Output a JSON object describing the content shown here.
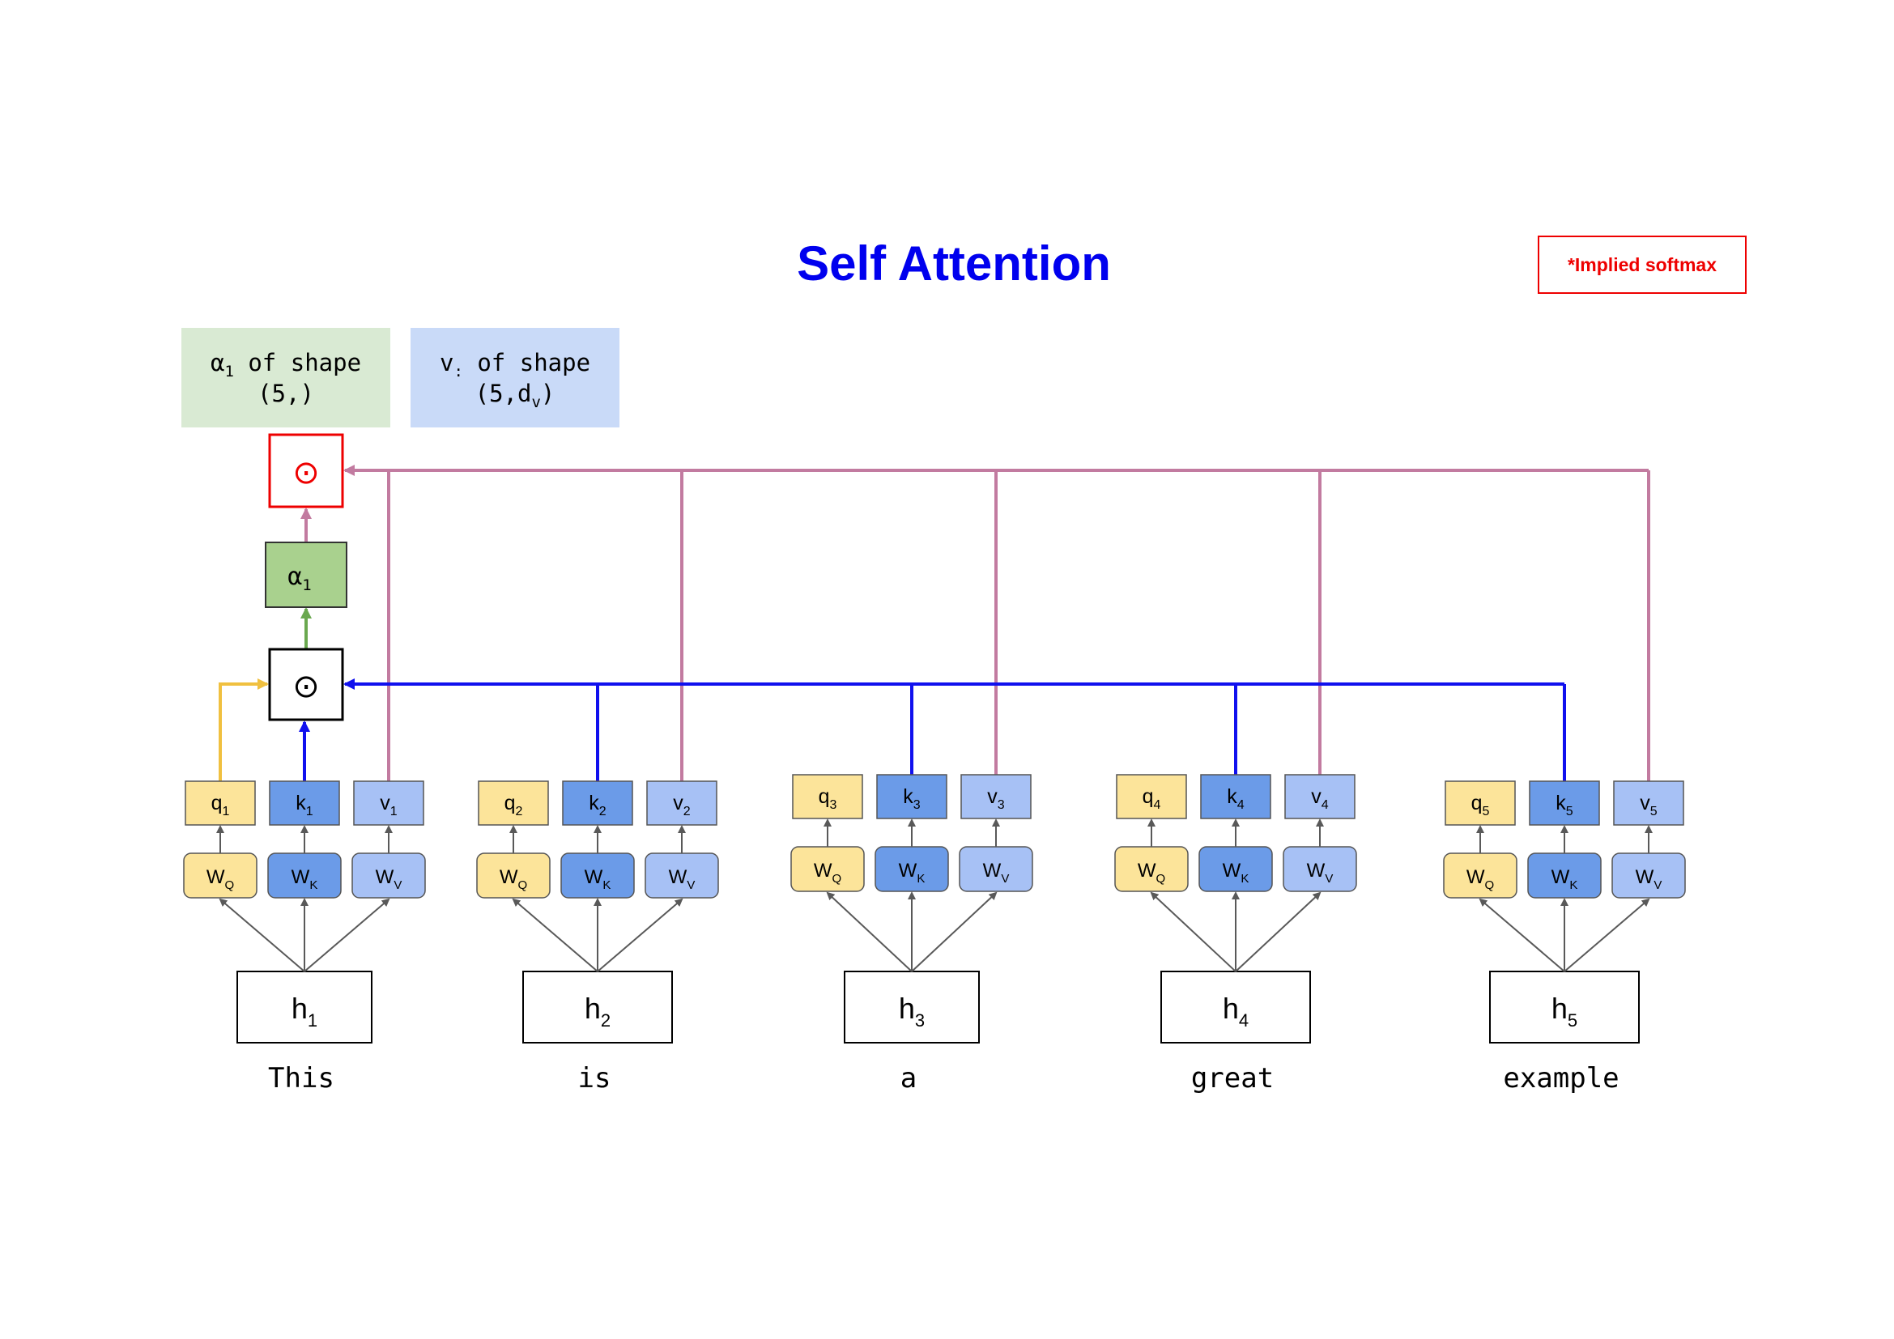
{
  "title": "Self Attention",
  "note": "*Implied softmax",
  "legend": [
    {
      "symbol": "α",
      "subscript": "1",
      "text": " of shape",
      "shape": "(5,)",
      "shape_prefix": "",
      "shape_sub": "",
      "shape_suffix": ""
    },
    {
      "symbol": "v",
      "subscript": ":",
      "text": " of shape",
      "shape": "",
      "shape_prefix": "(5,d",
      "shape_sub": "v",
      "shape_suffix": ")"
    }
  ],
  "operators": {
    "dot_symbol": "⊙",
    "weighted_symbol": "⊙"
  },
  "alpha": {
    "symbol": "α",
    "subscript": "1"
  },
  "matrices": {
    "query": "W",
    "query_sub": "Q",
    "key": "W",
    "key_sub": "K",
    "value": "W",
    "value_sub": "V"
  },
  "vectors": {
    "query": "q",
    "key": "k",
    "value": "v"
  },
  "hidden": {
    "symbol": "h"
  },
  "tokens": [
    {
      "word": "This",
      "index": "1"
    },
    {
      "word": "is",
      "index": "2"
    },
    {
      "word": "a",
      "index": "3"
    },
    {
      "word": "great",
      "index": "4"
    },
    {
      "word": "example",
      "index": "5"
    }
  ],
  "colors": {
    "title": "#0000ee",
    "note": "#ee0000",
    "query_fill": "#fce49a",
    "key_fill": "#6b9be8",
    "value_fill": "#a7c1f5",
    "alpha_fill": "#a9d18e",
    "legend_alpha_fill": "#d9ead3",
    "legend_v_fill": "#c9daf8",
    "query_line": "#f0c040",
    "key_line": "#1010ee",
    "value_line": "#c27ba0",
    "alpha_line": "#6aa84f",
    "weighted_box": "#ee0000"
  }
}
